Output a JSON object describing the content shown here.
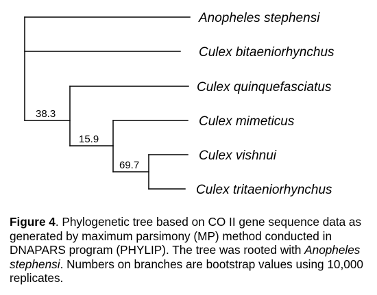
{
  "tree": {
    "taxa": [
      "Anopheles stephensi",
      "Culex bitaeniorhynchus",
      "Culex quinquefasciatus",
      "Culex mimeticus",
      "Culex vishnui",
      "Culex tritaeniorhynchus"
    ],
    "support_values": [
      "38.3",
      "15.9",
      "69.7"
    ]
  },
  "caption": {
    "label": "Figure 4",
    "part1": ". Phylogenetic tree based on CO II gene sequence data as generated by maximum parsimony (MP) method conducted in DNAPARS program (PHYLIP). The tree was rooted with ",
    "root_taxon": "Anopheles stephensi",
    "part2": ". Numbers on branches are bootstrap values using 10,000 replicates."
  }
}
